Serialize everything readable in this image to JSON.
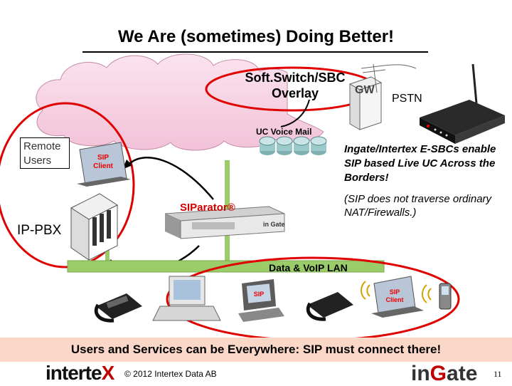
{
  "slide": {
    "title": "We Are (sometimes) Doing Better!",
    "tagline": "Users and Services can be Everywhere: SIP must connect  there!",
    "page_number": "11"
  },
  "diagram": {
    "softswitch_line1": "Soft.Switch/SBC",
    "softswitch_line2": "Overlay",
    "gateway": "GW",
    "pstn": "PSTN",
    "voicemail": "UC Voice Mail",
    "remote_line1": "Remote",
    "remote_line2": "Users",
    "sip_client": "SIP",
    "sip_client2": "Client",
    "siparator": "SIParator®",
    "ippbx": "IP-PBX",
    "lan": "Data & VoIP LAN",
    "ingate_note": "Ingate/Intertex E-SBCs enable SIP based Live UC Across the Borders!",
    "sbc_note": "(SIP does not traverse ordinary NAT/Firewalls.)",
    "appliance_brand": "in Gate"
  },
  "footer": {
    "intertex_logo_a": "interte",
    "intertex_logo_b": "X",
    "copyright": "© 2012 Intertex Data AB",
    "ingate_logo_a": "in",
    "ingate_logo_b": "G",
    "ingate_logo_c": "ate"
  },
  "colors": {
    "accent_red": "#e00000",
    "lan_green": "#9acd6a",
    "cloud_pink": "#f6cde0",
    "band": "#fbd7c8"
  }
}
